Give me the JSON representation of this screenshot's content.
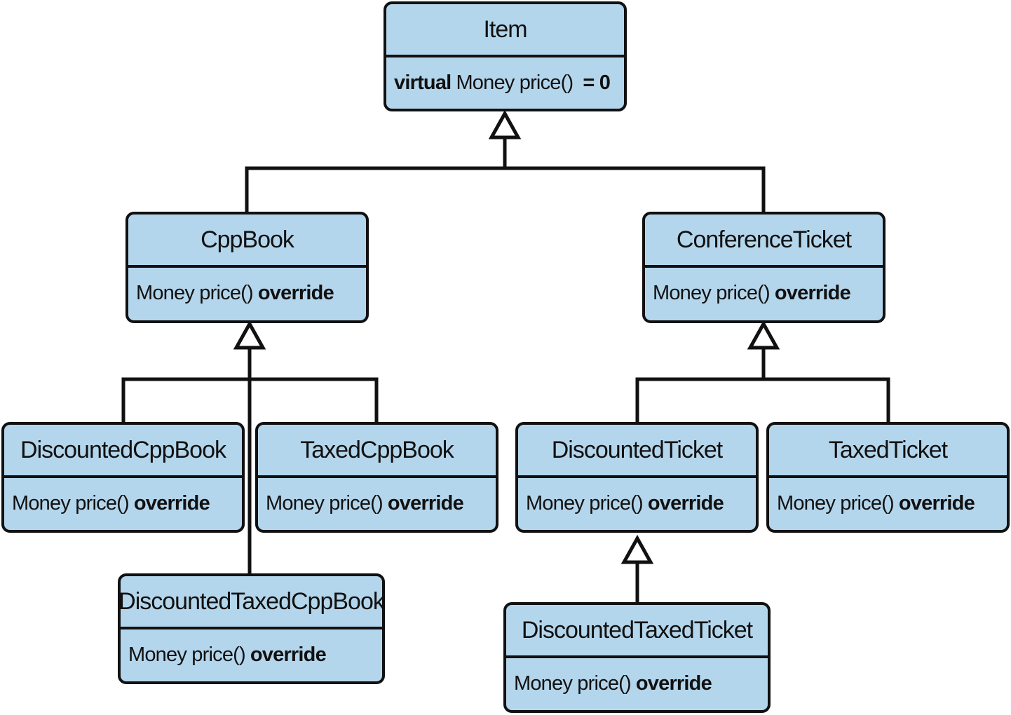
{
  "classes": {
    "item": {
      "name": "Item",
      "method_prefix": "virtual",
      "method_sig": "Money price()",
      "method_suffix": "= 0"
    },
    "cppbook": {
      "name": "CppBook",
      "method_sig": "Money price()",
      "method_suffix": "override"
    },
    "conference_ticket": {
      "name": "ConferenceTicket",
      "method_sig": "Money price()",
      "method_suffix": "override"
    },
    "discounted_cppbook": {
      "name": "DiscountedCppBook",
      "method_sig": "Money price()",
      "method_suffix": "override"
    },
    "taxed_cppbook": {
      "name": "TaxedCppBook",
      "method_sig": "Money price()",
      "method_suffix": "override"
    },
    "discounted_ticket": {
      "name": "DiscountedTicket",
      "method_sig": "Money price()",
      "method_suffix": "override"
    },
    "taxed_ticket": {
      "name": "TaxedTicket",
      "method_sig": "Money price()",
      "method_suffix": "override"
    },
    "discounted_taxed_cppbook": {
      "name": "DiscountedTaxedCppBook",
      "method_sig": "Money price()",
      "method_suffix": "override"
    },
    "discounted_taxed_ticket": {
      "name": "DiscountedTaxedTicket",
      "method_sig": "Money price()",
      "method_suffix": "override"
    }
  },
  "colors": {
    "box_fill": "#b4d6ec",
    "stroke": "#111111",
    "background": "#ffffff"
  }
}
